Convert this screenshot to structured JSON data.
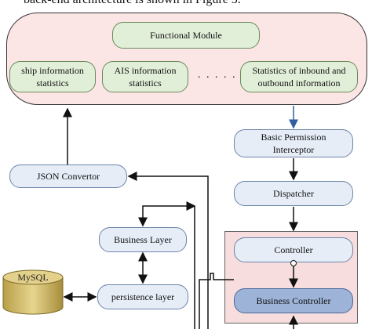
{
  "caption": "back-end architecture is shown in Figure 5.",
  "functional_module": "Functional Module",
  "modules": {
    "ship": "ship information statistics",
    "ais": "AIS information statistics",
    "dots": ". . . . . .",
    "inbound": "Statistics of inbound and outbound information"
  },
  "basic_permission": "Basic Permission Interceptor",
  "json_convertor": "JSON Convertor",
  "dispatcher": "Dispatcher",
  "business_layer": "Business Layer",
  "controller": "Controller",
  "persistence_layer": "persistence layer",
  "business_controller": "Business Controller",
  "mysql": "MySQL",
  "colors": {
    "outer_fill": "#fbe5e5",
    "green_fill": "#e2efd8",
    "blue_fill": "#e6edf7",
    "business_controller_fill": "#9db3d8",
    "controller_frame_fill": "#f7dddd",
    "db_fill": "#d6c27a",
    "arrow_blue": "#2f5fa0"
  }
}
